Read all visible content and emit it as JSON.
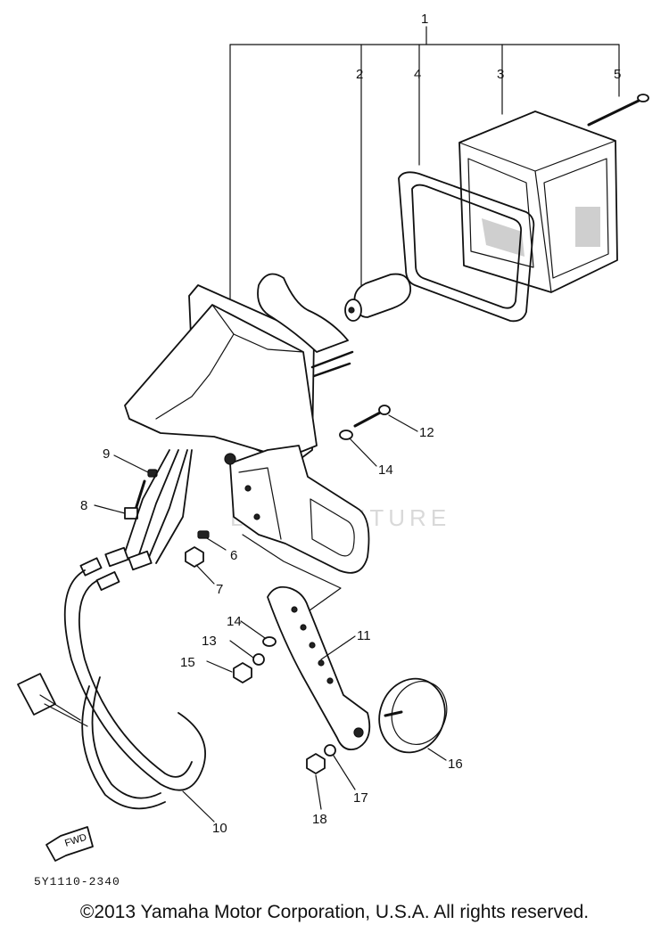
{
  "diagram": {
    "callouts": [
      "1",
      "2",
      "3",
      "4",
      "5",
      "6",
      "7",
      "8",
      "9",
      "10",
      "11",
      "12",
      "13",
      "14",
      "14",
      "15",
      "16",
      "17",
      "18"
    ],
    "fwd_label": "FWD",
    "watermark": "LEADVENTURE",
    "part_code": "5Y1110-2340"
  },
  "footer": {
    "copyright": "©2013 Yamaha Motor Corporation, U.S.A. All rights reserved."
  }
}
